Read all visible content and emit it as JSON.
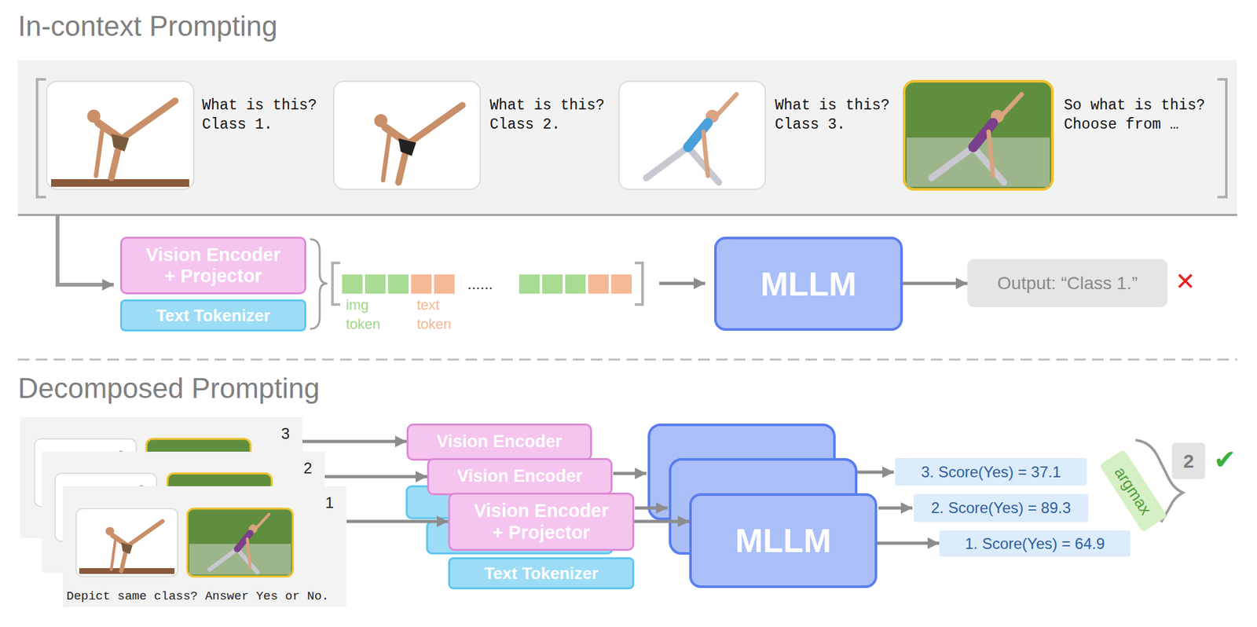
{
  "diagram": {
    "nodes": [
      {
        "text": [
          "Vision Encoder + Projector"
        ]
      },
      {
        "text": [
          "Text Tokenizer"
        ]
      },
      {
        "text": [
          "MLLM"
        ]
      },
      {
        "text": [
          "Output: “Class 1.”"
        ]
      },
      {
        "text": [
          "3"
        ]
      },
      {
        "text": [
          "2"
        ]
      },
      {
        "text": [
          "1",
          "Depict same class? Answer Yes or No."
        ]
      },
      {
        "text": [
          "Vision Encoder"
        ]
      },
      {
        "text": [
          "Vision Encoder"
        ]
      },
      {
        "text": [
          "Vision Encoder + Projector"
        ]
      },
      {
        "text": [
          "Text Tokenizer"
        ]
      },
      {
        "text": [
          "MLLM"
        ]
      },
      {
        "text": [
          "3. Score(Yes) = 37.1"
        ]
      },
      {
        "text": [
          "2. Score(Yes) = 89.3"
        ]
      },
      {
        "text": [
          "1. Score(Yes) = 64.9"
        ]
      },
      {
        "text": [
          "argmax"
        ]
      },
      {
        "text": [
          "2"
        ]
      }
    ],
    "edges": [
      {
        "from": 2,
        "to": 3,
        "arrow": "to"
      },
      {
        "from": 4,
        "to": 7,
        "arrow": "to"
      },
      {
        "from": 5,
        "to": 8,
        "arrow": "to"
      },
      {
        "from": 6,
        "to": 9,
        "arrow": "to"
      },
      {
        "from": 9,
        "to": 11,
        "arrow": "to"
      },
      {
        "from": 11,
        "to": 14,
        "arrow": "to"
      }
    ],
    "labels": [
      "In-context Prompting",
      "What is this? Class 1.",
      "What is this? Class 2.",
      "What is this? Class 3.",
      "So what is this? Choose from …",
      "img token",
      "text token",
      "......",
      "✕",
      "Decomposed Prompting",
      "✔"
    ]
  }
}
